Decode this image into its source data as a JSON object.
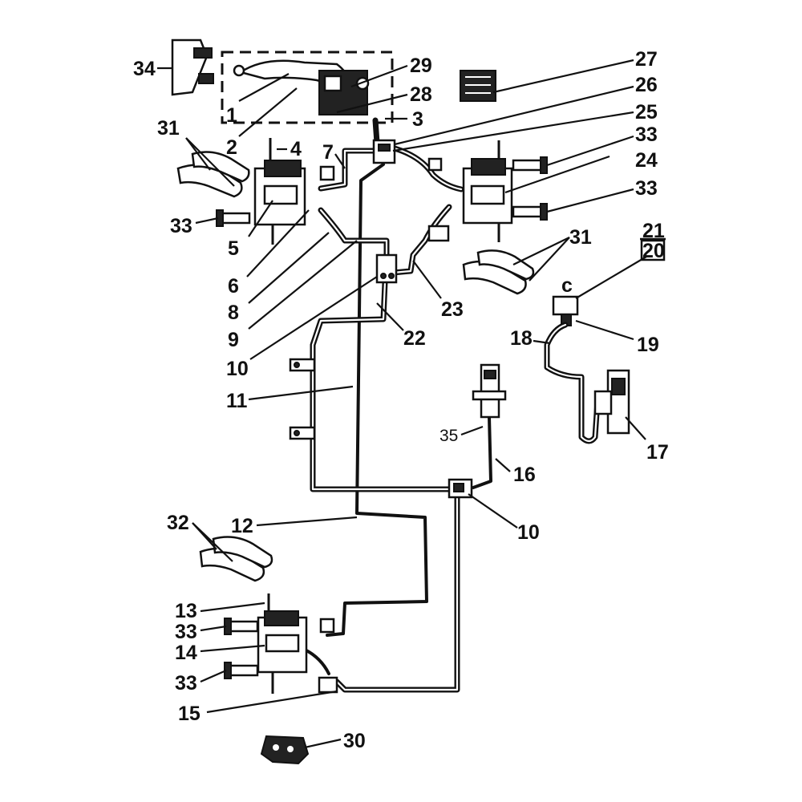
{
  "callouts": {
    "c1": "1",
    "c2": "2",
    "c3": "3",
    "c4": "4",
    "c5": "5",
    "c6": "6",
    "c7": "7",
    "c8": "8",
    "c9": "9",
    "c10a": "10",
    "c10b": "10",
    "c11": "11",
    "c12": "12",
    "c13": "13",
    "c14": "14",
    "c15": "15",
    "c16": "16",
    "c17": "17",
    "c18": "18",
    "c19": "19",
    "c20": "20",
    "c21": "21",
    "c22": "22",
    "c23": "23",
    "c24": "24",
    "c25": "25",
    "c26": "26",
    "c27": "27",
    "c28": "28",
    "c29": "29",
    "c30": "30",
    "c31a": "31",
    "c31b": "31",
    "c32": "32",
    "c33a": "33",
    "c33b": "33",
    "c33c": "33",
    "c33d": "33",
    "c33e": "33",
    "c34": "34",
    "c35": "35",
    "cc": "c"
  }
}
